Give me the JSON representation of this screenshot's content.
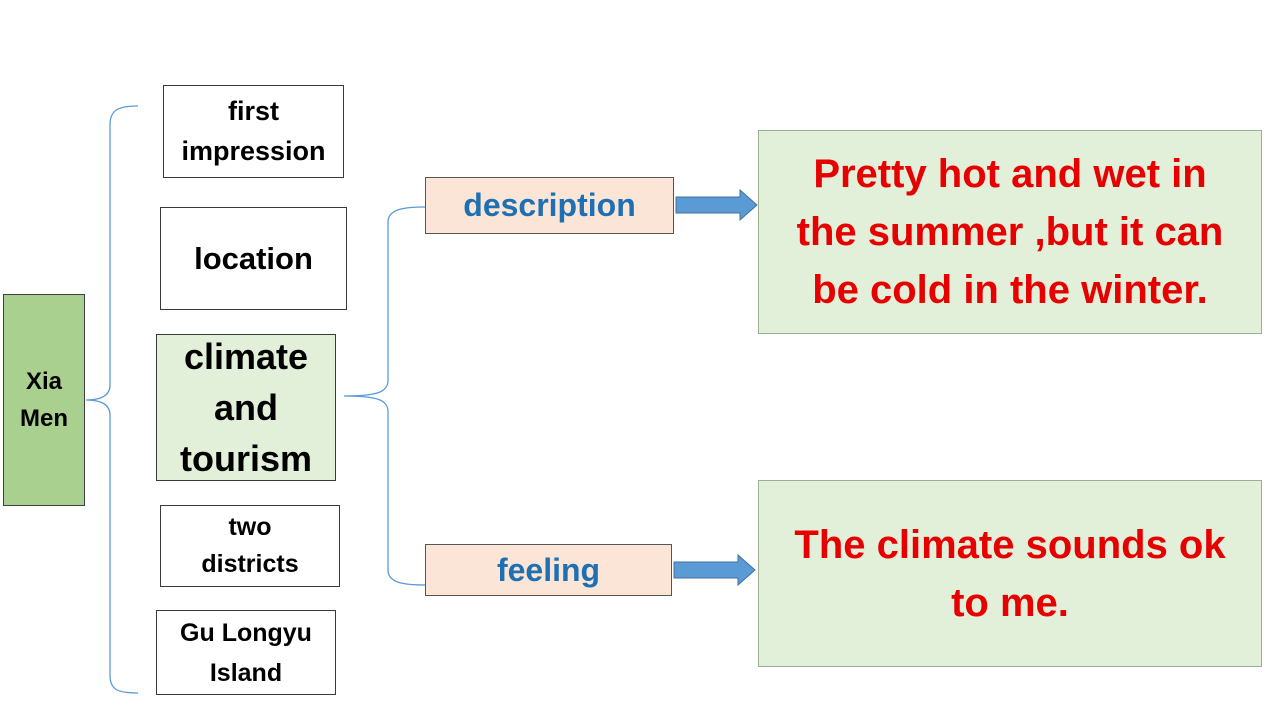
{
  "root": {
    "label": "Xia\nMen"
  },
  "topics": [
    {
      "label": "first\nimpression"
    },
    {
      "label": "location"
    },
    {
      "label": "climate\nand\ntourism"
    },
    {
      "label": "two\ndistricts"
    },
    {
      "label": "Gu Longyu\nIsland"
    }
  ],
  "branches": {
    "description": {
      "label": "description",
      "text": "Pretty  hot and wet in\nthe summer ,but it can\nbe cold in the winter."
    },
    "feeling": {
      "label": "feeling",
      "text": "The climate sounds ok\nto me."
    }
  },
  "colors": {
    "root_fill": "#a9d08e",
    "highlight_fill": "#e2efd9",
    "branch_fill": "#fbe5d6",
    "branch_text": "#1f6fb3",
    "answer_text": "#e60000",
    "arrow": "#5b9bd5",
    "brace": "#5b9bd5"
  }
}
